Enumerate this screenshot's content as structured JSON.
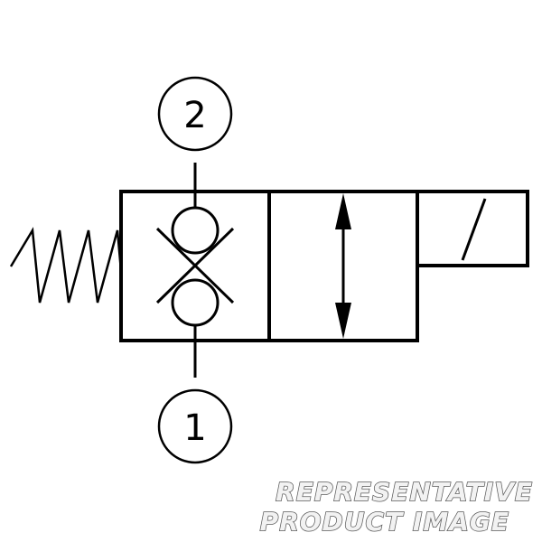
{
  "symbol": {
    "ports": [
      {
        "label": "2"
      },
      {
        "label": "1"
      }
    ],
    "line_color": "#000000",
    "background": "#ffffff"
  },
  "watermark": {
    "line1": "REPRESENTATIVE",
    "line2": "PRODUCT IMAGE"
  }
}
